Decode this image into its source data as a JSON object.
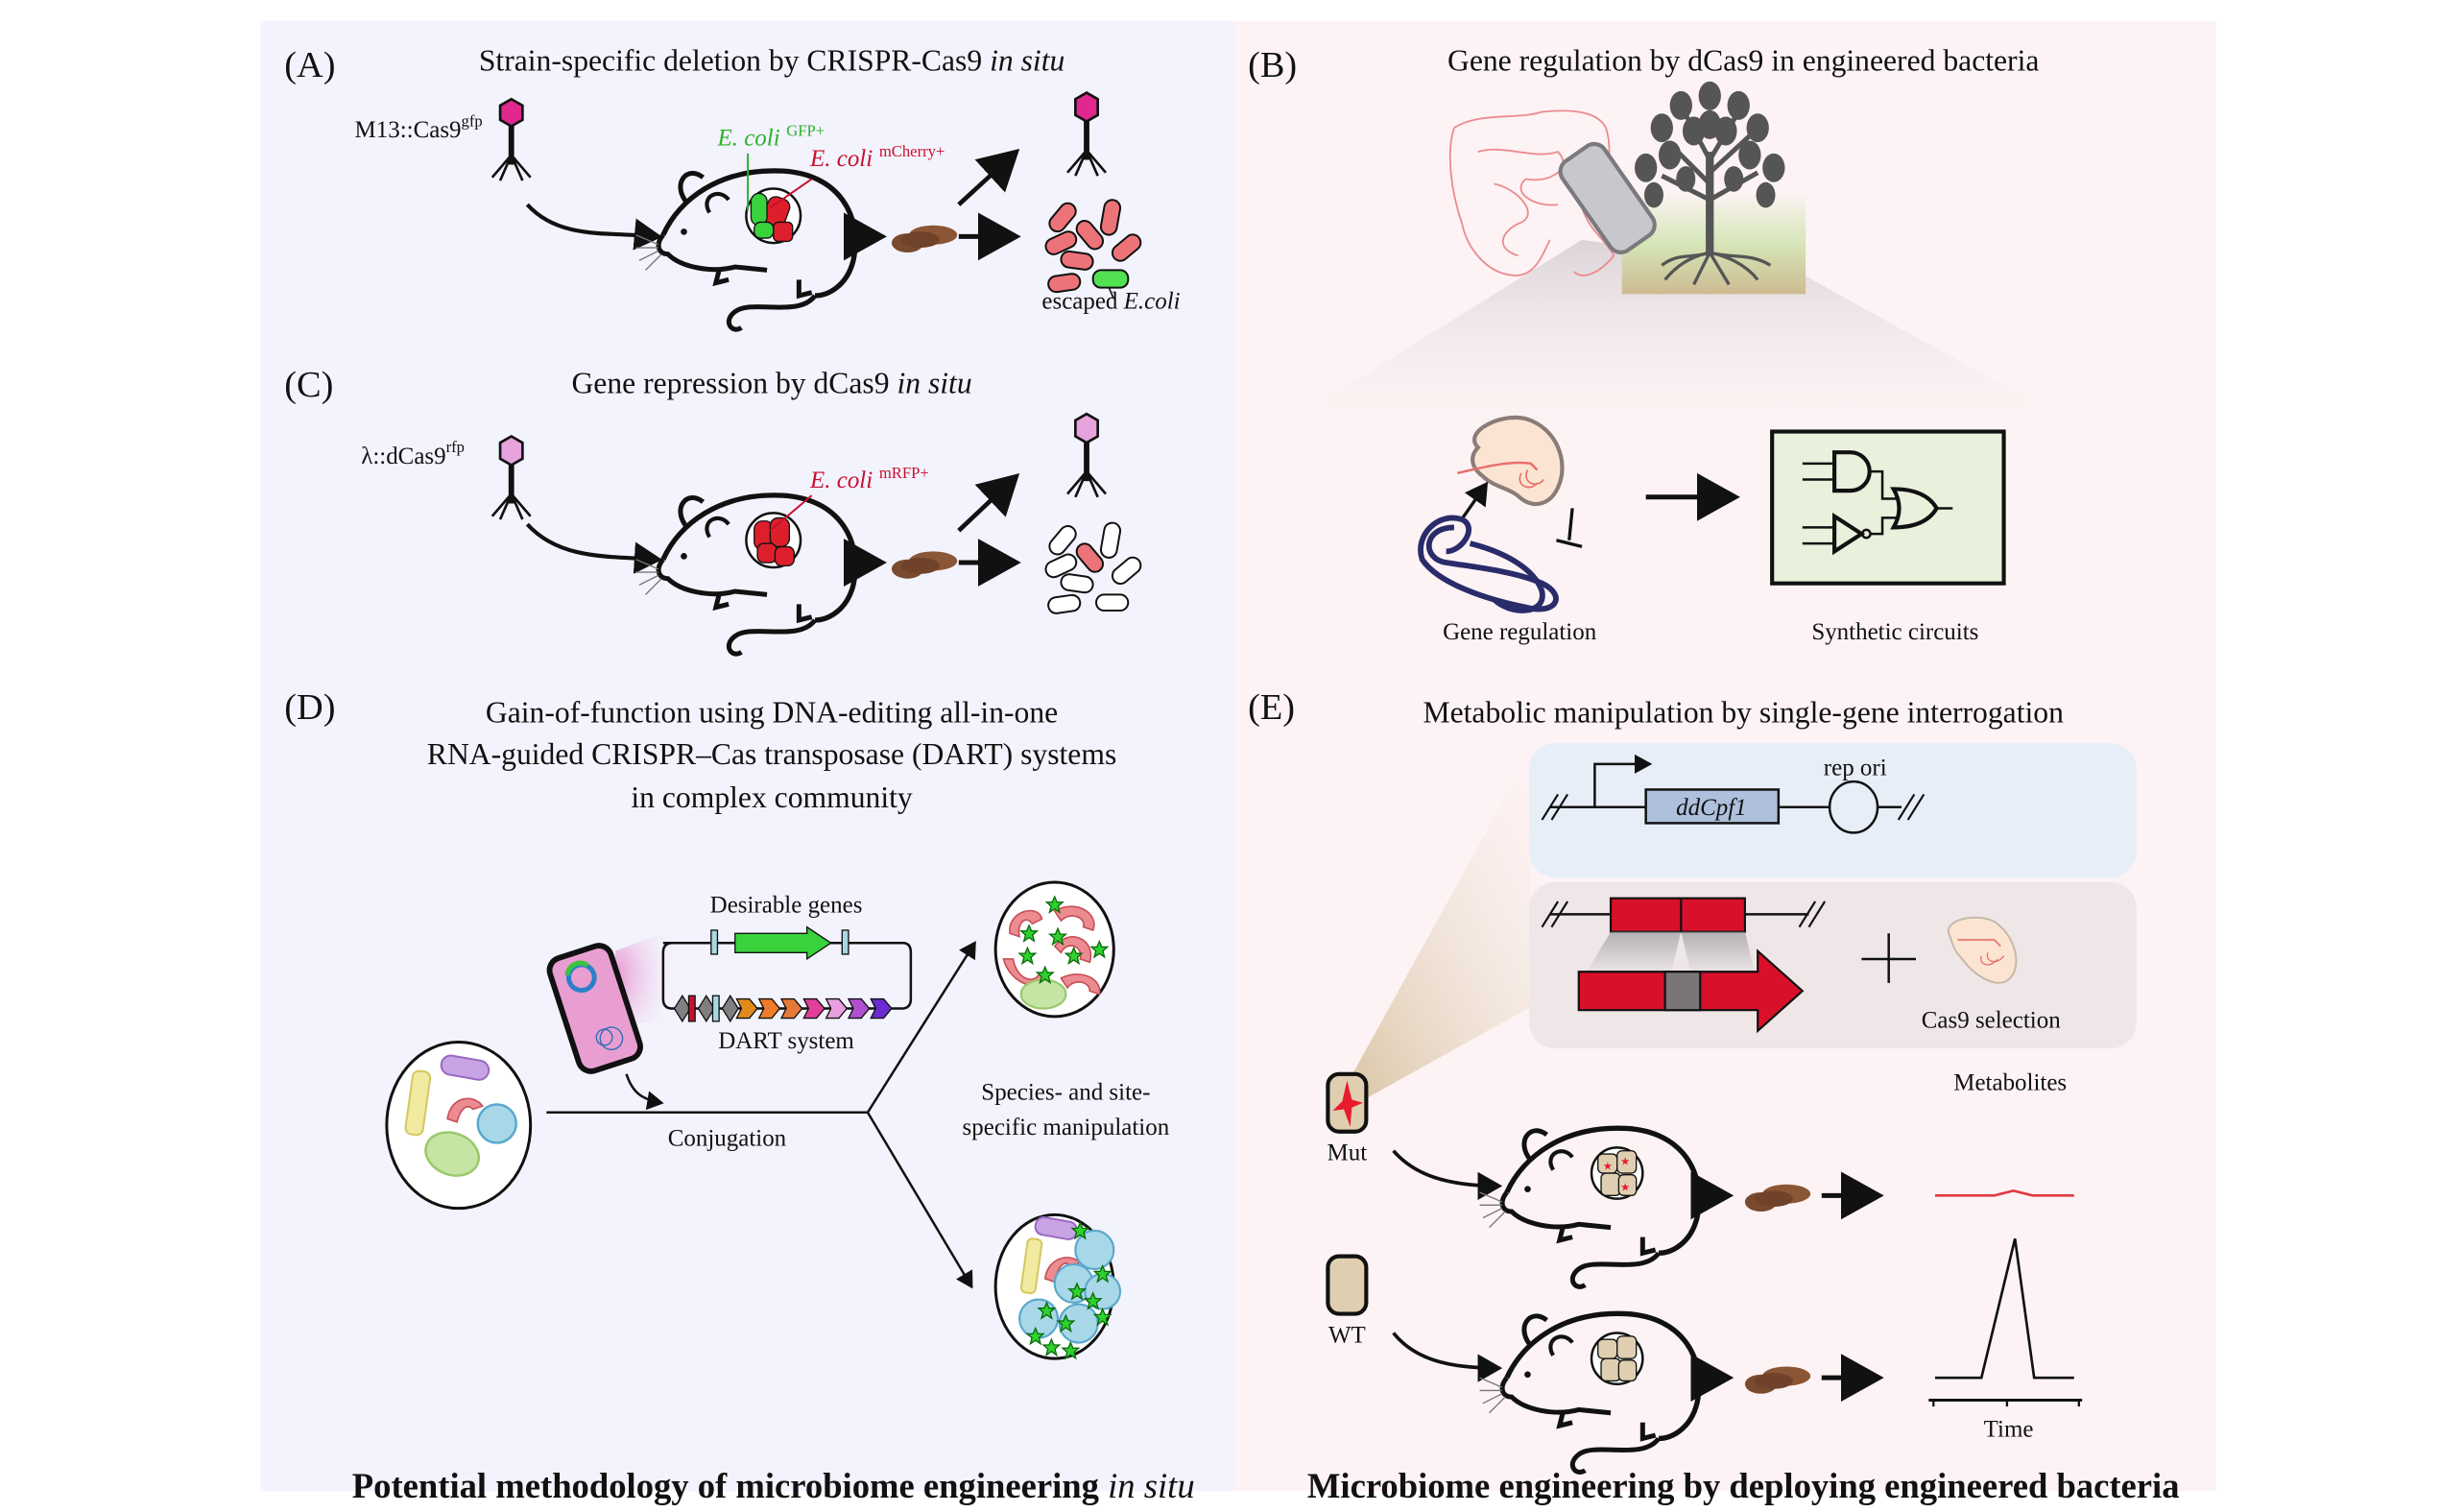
{
  "figure": {
    "left_section_title": "Potential methodology of microbiome engineering",
    "left_section_title_italic": "in situ",
    "right_section_title": "Microbiome engineering by deploying engineered bacteria",
    "colors": {
      "left_bg": "#f3f3fd",
      "right_bg": "#fdf3f4",
      "phage_magenta": "#e0288f",
      "phage_pink": "#e7a3dc",
      "gfp_green": "#39d23c",
      "mcherry_red": "#dd1f2c",
      "bacteria_pink": "#ec7479",
      "feces_brown": "#7a4a2e",
      "circuit_bg": "#e9f0dc",
      "ddcpf1_blue": "#aec0dc",
      "chromosome_navy": "#2a2b6a"
    }
  },
  "panelA": {
    "label": "(A)",
    "title": "Strain-specific deletion by CRISPR-Cas9",
    "title_italic": "in situ",
    "phage_label": "M13::Cas9",
    "phage_label_sup": "gfp",
    "ecoli_gfp": "E. coli",
    "ecoli_gfp_sup": "GFP+",
    "ecoli_mcherry": "E. coli",
    "ecoli_mcherry_sup": "mCherry+",
    "escaped_label": "escaped",
    "escaped_label_italic": "E.coli"
  },
  "panelB": {
    "label": "(B)",
    "title": "Gene regulation by dCas9 in engineered bacteria",
    "gene_regulation_label": "Gene regulation",
    "synthetic_circuits_label": "Synthetic circuits"
  },
  "panelC": {
    "label": "(C)",
    "title": "Gene repression by dCas9",
    "title_italic": "in situ",
    "phage_label": "λ::dCas9",
    "phage_label_sup": "rfp",
    "ecoli_label": "E. coli",
    "ecoli_sup": "mRFP+"
  },
  "panelD": {
    "label": "(D)",
    "title_lines": [
      "Gain-of-function using DNA-editing all-in-one",
      "RNA-guided CRISPR–Cas transposase (DART) systems",
      "in complex community"
    ],
    "desirable_genes_label": "Desirable genes",
    "dart_system_label": "DART system",
    "conjugation_label": "Conjugation",
    "manipulation_label_lines": [
      "Species- and site-",
      "specific manipulation"
    ],
    "dart_gene_colors": [
      "#808080",
      "#c8102e",
      "#808080",
      "#a8d8e0",
      "#808080",
      "#e08a1e",
      "#f07b2a",
      "#e6783a",
      "#e0409a",
      "#e8a0e0",
      "#b050d0",
      "#6a2bd0"
    ]
  },
  "panelE": {
    "label": "(E)",
    "title": "Metabolic manipulation by single-gene interrogation",
    "ddcpf1_label": "ddCpf1",
    "rep_ori_label": "rep ori",
    "cas9_selection_label": "Cas9 selection",
    "metabolites_label": "Metabolites",
    "mut_label": "Mut",
    "wt_label": "WT",
    "time_label": "Time"
  }
}
